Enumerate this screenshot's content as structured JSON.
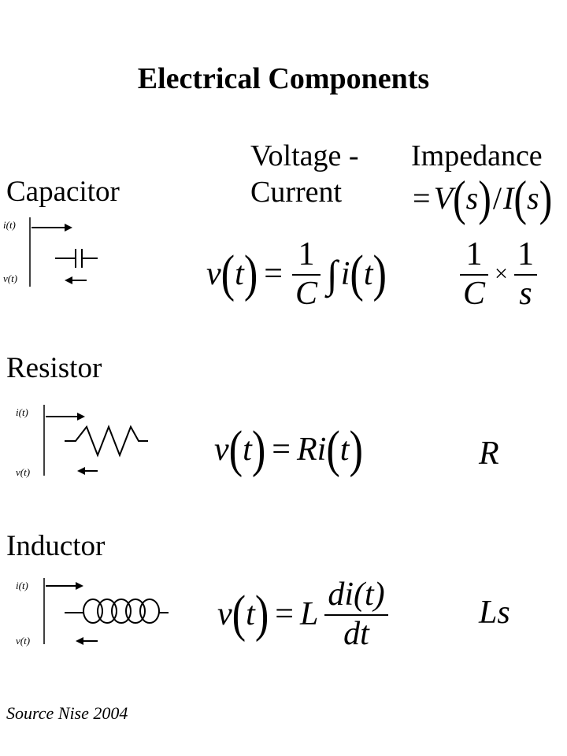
{
  "title": "Electrical Components",
  "headers": {
    "voltage_current_line1": "Voltage -",
    "voltage_current_line2": "Current",
    "impedance": "Impedance",
    "impedance_def": {
      "eq": "=",
      "V": "V",
      "s": "s",
      "slash": "/",
      "I": "I"
    }
  },
  "circuit_labels": {
    "current": "i(t)",
    "voltage": "v(t)"
  },
  "components": [
    {
      "name": "Capacitor",
      "vi": {
        "v": "v",
        "t": "t",
        "eq": "=",
        "num": "1",
        "den": "C",
        "integral": "∫",
        "i": "i"
      },
      "impedance": {
        "num1": "1",
        "den1": "C",
        "times": "×",
        "num2": "1",
        "den2": "s"
      }
    },
    {
      "name": "Resistor",
      "vi": {
        "v": "v",
        "t": "t",
        "eq": "=",
        "R": "R",
        "i": "i"
      },
      "impedance": {
        "value": "R"
      }
    },
    {
      "name": "Inductor",
      "vi": {
        "v": "v",
        "t": "t",
        "eq": "=",
        "L": "L",
        "num": "di(t)",
        "den": "dt"
      },
      "impedance": {
        "value": "Ls"
      }
    }
  ],
  "source": "Source Nise 2004"
}
